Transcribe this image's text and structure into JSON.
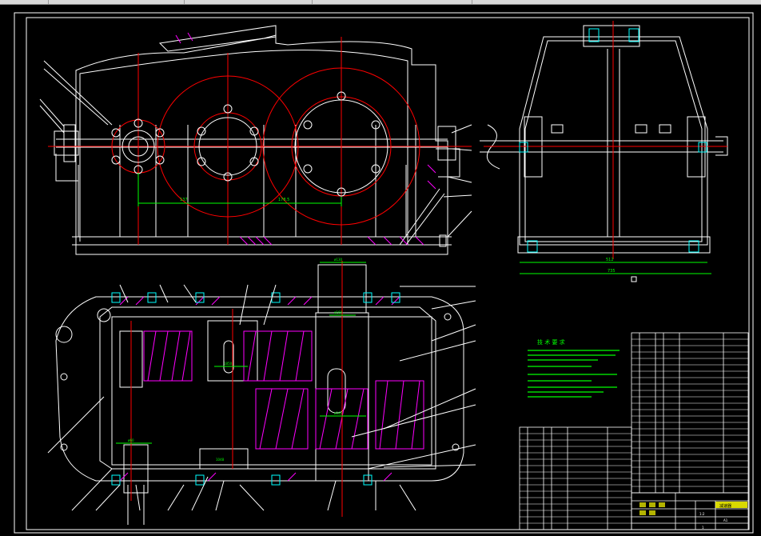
{
  "window": {
    "title": ""
  },
  "drawing": {
    "background": "#000000",
    "line_colors": {
      "outline": "#ffffff",
      "center": "#ff0000",
      "dimension": "#00ff00",
      "hatch": "#ff00ff",
      "fastener": "#00ffff",
      "title_fill": "#ffff00"
    },
    "tech_requirements_title": "技 术 要 求",
    "dimension_labels": {
      "center_distance_1": "137",
      "center_distance_2": "178.5",
      "side_width": "512",
      "side_total": "735",
      "shaft_top": "ø130",
      "housing_bore": "ø160",
      "shaft_mid": "ø140",
      "shaft_left": "ø60",
      "key_width": "1850",
      "gear_mark": "1048"
    },
    "title_block": {
      "drawing_name": "减速器",
      "scale": "1:2",
      "sheet": "1",
      "code": "A1"
    }
  }
}
